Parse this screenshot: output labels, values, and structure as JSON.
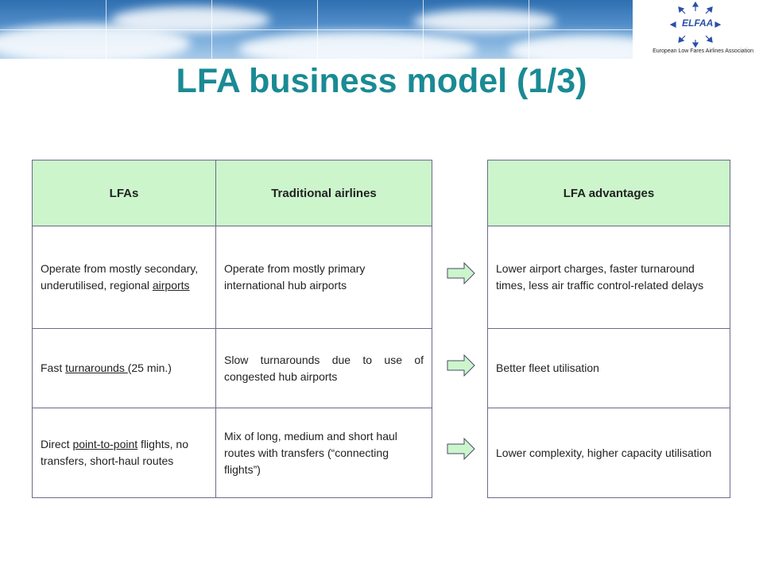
{
  "org": {
    "name": "European Low Fares Airlines Association",
    "logo_text": "ELFAA"
  },
  "title": "LFA business model (1/3)",
  "table": {
    "headers": [
      "LFAs",
      "Traditional airlines"
    ],
    "rows": [
      {
        "lfa": {
          "before": "Operate from mostly secondary, underutilised, regional ",
          "link": "airports",
          "after": ""
        },
        "traditional": "Operate from mostly primary international hub airports"
      },
      {
        "lfa": {
          "before": "Fast ",
          "link": "turnarounds ",
          "after": "(25 min.)"
        },
        "traditional": "Slow turnarounds due to use of congested hub airports"
      },
      {
        "lfa": {
          "before": "Direct ",
          "link": "point-to-point",
          "after": " flights, no transfers, short-haul routes"
        },
        "traditional": "Mix of long, medium and short haul routes with transfers (“connecting flights”)"
      }
    ]
  },
  "advantages": {
    "header": "LFA advantages",
    "rows": [
      "Lower airport charges, faster turnaround times, less air traffic control-related delays",
      "Better fleet utilisation",
      "Lower complexity, higher capacity utilisation"
    ]
  },
  "colors": {
    "title": "#1a8a94",
    "header_bg": "#ccf5cc",
    "arrow_fill": "#ccf5cc",
    "border": "#6b6b8a",
    "logo_blue": "#2b4fa8"
  },
  "icons": [
    "sky-banner",
    "elfaa-logo",
    "right-arrow-icon"
  ]
}
